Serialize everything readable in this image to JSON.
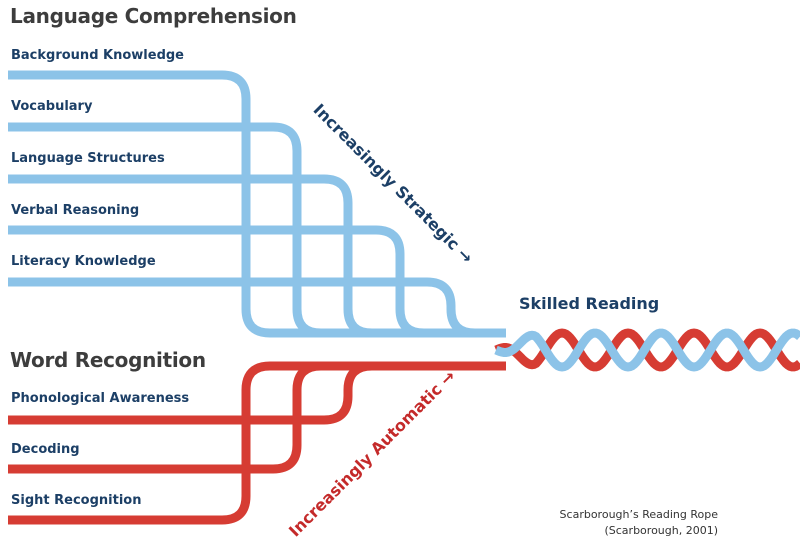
{
  "language_comprehension": {
    "title": "Language Comprehension",
    "strands": [
      "Background Knowledge",
      "Vocabulary",
      "Language Structures",
      "Verbal Reasoning",
      "Literacy Knowledge"
    ]
  },
  "word_recognition": {
    "title": "Word Recognition",
    "strands": [
      "Phonological Awareness",
      "Decoding",
      "Sight Recognition"
    ]
  },
  "labels": {
    "increasingly_strategic": "Increasingly Strategic →",
    "increasingly_automatic": "Increasingly Automatic →",
    "skilled_reading": "Skilled Reading"
  },
  "caption": {
    "line1": "Scarborough’s Reading Rope",
    "line2": "(Scarborough, 2001)"
  },
  "colors": {
    "language_strand": "#8cc3e8",
    "word_strand": "#d63c33",
    "heading_text": "#3d3d3d",
    "label_text": "#1c3f66",
    "automatic_text": "#c42a2a"
  }
}
